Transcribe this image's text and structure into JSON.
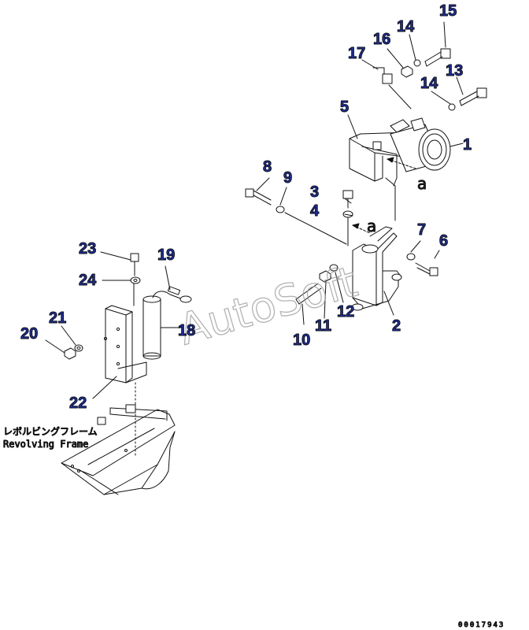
{
  "diagram": {
    "part_labels": [
      "1",
      "2",
      "3",
      "4",
      "5",
      "6",
      "7",
      "8",
      "9",
      "10",
      "11",
      "12",
      "13",
      "14",
      "14",
      "15",
      "16",
      "17",
      "18",
      "19",
      "20",
      "21",
      "22",
      "23",
      "24"
    ],
    "view_marker": "a",
    "frame_label_jp": "レボルビングフレーム",
    "frame_label_en": "Revolving Frame",
    "watermark": "AutoSoft",
    "drawing_number": "00017943",
    "label_color": "#1c2fb0"
  }
}
